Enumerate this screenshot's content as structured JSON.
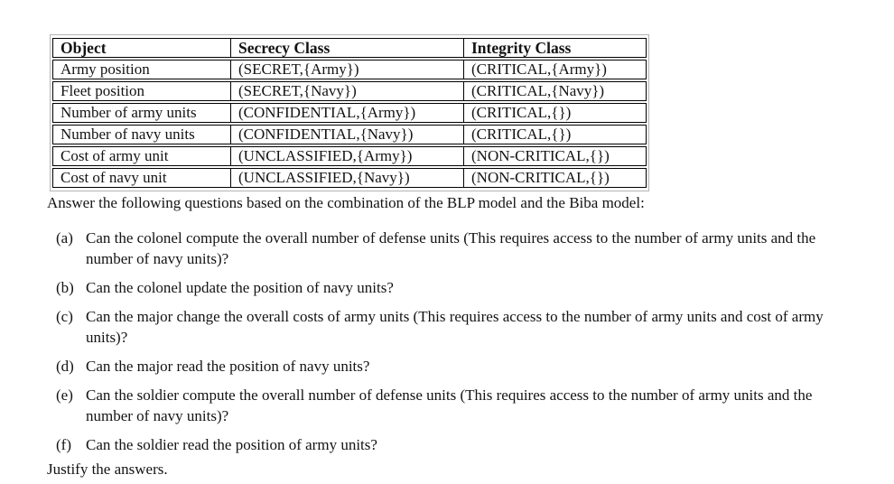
{
  "table": {
    "headers": {
      "object": "Object",
      "secrecy": "Secrecy Class",
      "integrity": "Integrity Class"
    },
    "rows": [
      [
        "Army position",
        "(SECRET,{Army})",
        "(CRITICAL,{Army})"
      ],
      [
        "Fleet position",
        "(SECRET,{Navy})",
        "(CRITICAL,{Navy})"
      ],
      [
        "Number of army units",
        "(CONFIDENTIAL,{Army})",
        "(CRITICAL,{})"
      ],
      [
        "Number of navy units",
        "(CONFIDENTIAL,{Navy})",
        "(CRITICAL,{})"
      ],
      [
        "Cost of army unit",
        "(UNCLASSIFIED,{Army})",
        "(NON-CRITICAL,{})"
      ],
      [
        "Cost of navy unit",
        "(UNCLASSIFIED,{Navy})",
        "(NON-CRITICAL,{})"
      ]
    ]
  },
  "intro": "Answer the following questions based on the combination of the BLP model and the Biba model:",
  "questions": [
    {
      "label": "(a)",
      "text": "Can the colonel compute the overall number of defense units (This requires access to the number of army units and the number of navy units)?"
    },
    {
      "label": "(b)",
      "text": "Can the colonel update the position of navy units?"
    },
    {
      "label": "(c)",
      "text": "Can the major change the overall costs of army units (This requires access to the number of army units and cost of army units)?"
    },
    {
      "label": "(d)",
      "text": "Can the major read the position of navy units?"
    },
    {
      "label": "(e)",
      "text": "Can the soldier compute the overall number of defense units (This requires access to the number of army units and the number of navy units)?"
    },
    {
      "label": "(f)",
      "text": "Can the soldier read the position of army units?"
    }
  ],
  "footer": "Justify the answers."
}
